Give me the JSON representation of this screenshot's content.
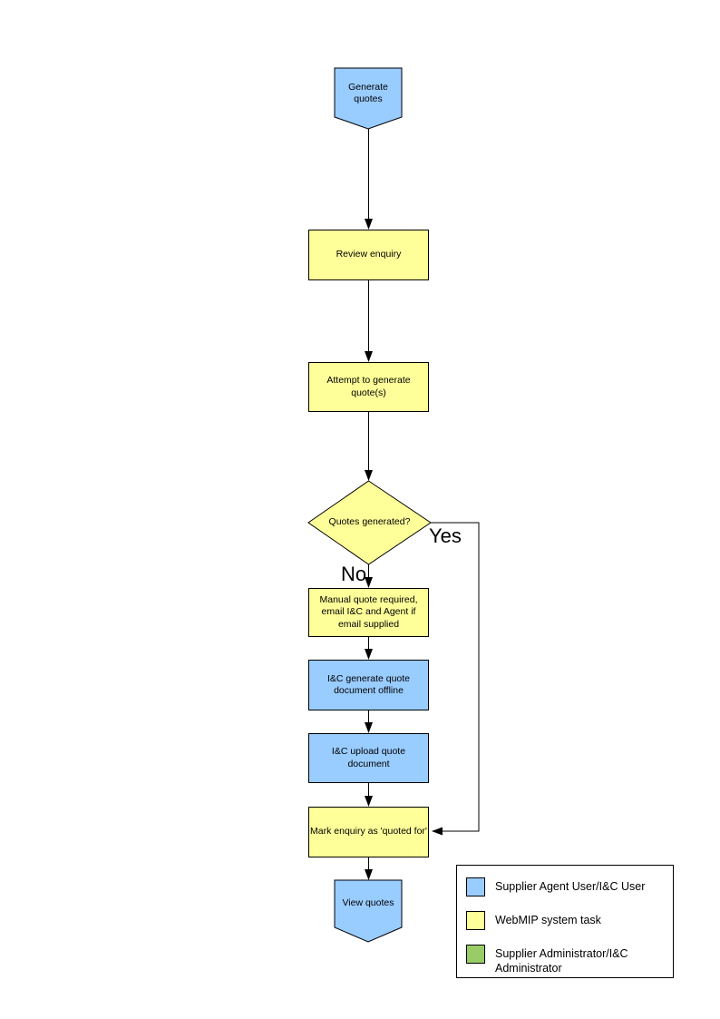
{
  "colors": {
    "blue": "#99CCFF",
    "yellow": "#FFFF99",
    "green": "#99CC66",
    "line": "#000000",
    "bg": "#FFFFFF"
  },
  "nodes": {
    "start": {
      "label": "Generate quotes",
      "shape": "pentagon",
      "color": "blue"
    },
    "review": {
      "label": "Review enquiry",
      "shape": "rect",
      "color": "yellow"
    },
    "attempt": {
      "label": "Attempt to generate quote(s)",
      "shape": "rect",
      "color": "yellow"
    },
    "decision": {
      "label": "Quotes generated?",
      "shape": "diamond",
      "color": "yellow"
    },
    "manual": {
      "label": "Manual quote required, email I&C and Agent if email supplied",
      "shape": "rect",
      "color": "yellow"
    },
    "offline": {
      "label": "I&C generate quote document offline",
      "shape": "rect",
      "color": "blue"
    },
    "upload": {
      "label": "I&C upload quote document",
      "shape": "rect",
      "color": "blue"
    },
    "mark": {
      "label": "Mark enquiry as 'quoted for'",
      "shape": "rect",
      "color": "yellow"
    },
    "end": {
      "label": "View quotes",
      "shape": "pentagon",
      "color": "blue"
    }
  },
  "edges": {
    "yes_label": "Yes",
    "no_label": "No"
  },
  "legend": {
    "items": [
      {
        "color": "#99CCFF",
        "label": "Supplier Agent User/I&C User"
      },
      {
        "color": "#FFFF99",
        "label": "WebMIP system task"
      },
      {
        "color": "#99CC66",
        "label": "Supplier Administrator/I&C Administrator"
      }
    ]
  }
}
